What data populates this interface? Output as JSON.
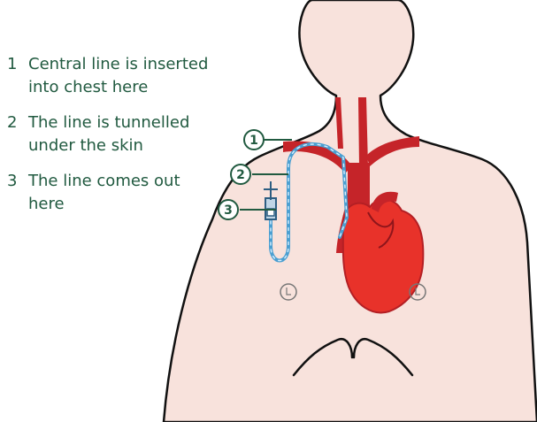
{
  "legend": {
    "items": [
      {
        "number": "1",
        "text": "Central line is inserted into chest here"
      },
      {
        "number": "2",
        "text": "The line is tunnelled under the skin"
      },
      {
        "number": "3",
        "text": "The line comes out here"
      }
    ]
  },
  "callouts": {
    "one": "1",
    "two": "2",
    "three": "3"
  },
  "colors": {
    "text": "#215a40",
    "skin": "#f8e2dc",
    "outline": "#111111",
    "heart": "#e8322a",
    "vessel": "#c52429",
    "line": "#4b9fd1"
  }
}
